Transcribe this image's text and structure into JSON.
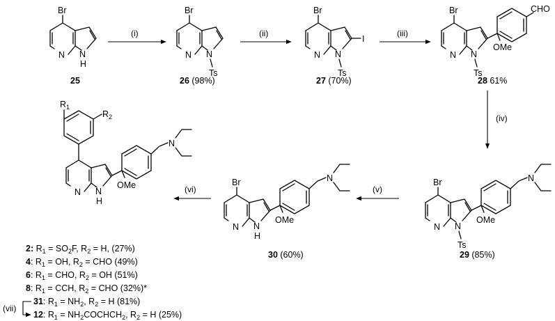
{
  "atoms": {
    "br": "Br",
    "n": "N",
    "nh": "N",
    "h": "H",
    "ts": "Ts",
    "i": "I",
    "cho": "CHO",
    "ome": "OMe",
    "r1": "R",
    "r2": "R",
    "sub1": "1",
    "sub2": "2"
  },
  "conditions": [
    "(i)",
    "(ii)",
    "(iii)",
    "(iv)",
    "(v)",
    "(vi)",
    "(vii)"
  ],
  "compounds": {
    "c25": {
      "num": "25",
      "yield": ""
    },
    "c26": {
      "num": "26",
      "yield": " (98%)"
    },
    "c27": {
      "num": "27",
      "yield": " (70%)"
    },
    "c28": {
      "num": "28",
      "yield": " 61%"
    },
    "c29": {
      "num": "29",
      "yield": " (85%)"
    },
    "c30": {
      "num": "30",
      "yield": " (60%)"
    }
  },
  "products": [
    {
      "num": "2:",
      "r1": " R",
      "r1sub": "1",
      "mid": " = SO",
      "msub": "2",
      "tail": "F,  R",
      "r2sub": "2",
      "end": " = H, (27%)"
    },
    {
      "num": "4",
      "r1": ": R",
      "r1sub": "1",
      "mid": " = OH, R",
      "msub": "2",
      "tail": " = CHO (49%)",
      "r2sub": "",
      "end": ""
    },
    {
      "num": "6",
      "r1": ": R",
      "r1sub": "1",
      "mid": " = CHO, R",
      "msub": "2",
      "tail": " = OH (51%)",
      "r2sub": "",
      "end": ""
    },
    {
      "num": "8",
      "r1": ": R",
      "r1sub": "1",
      "mid": " = CCH, R",
      "msub": "2",
      "tail": " = CHO (32%)*",
      "r2sub": "",
      "end": ""
    },
    {
      "num": "31",
      "r1": ": R",
      "r1sub": "1",
      "mid": " = NH",
      "msub": "2",
      "tail": ", R",
      "r2sub": "2",
      "end": " = H (81%)"
    },
    {
      "num": "12",
      "r1": ": R",
      "r1sub": "1",
      "mid": " = NH",
      "msub": "2",
      "tail": "COCHCH",
      "r2sub": "2",
      "end": ", R"
    }
  ],
  "product12_tail": {
    "r2sub": "2",
    "end": " = H (25%)"
  }
}
